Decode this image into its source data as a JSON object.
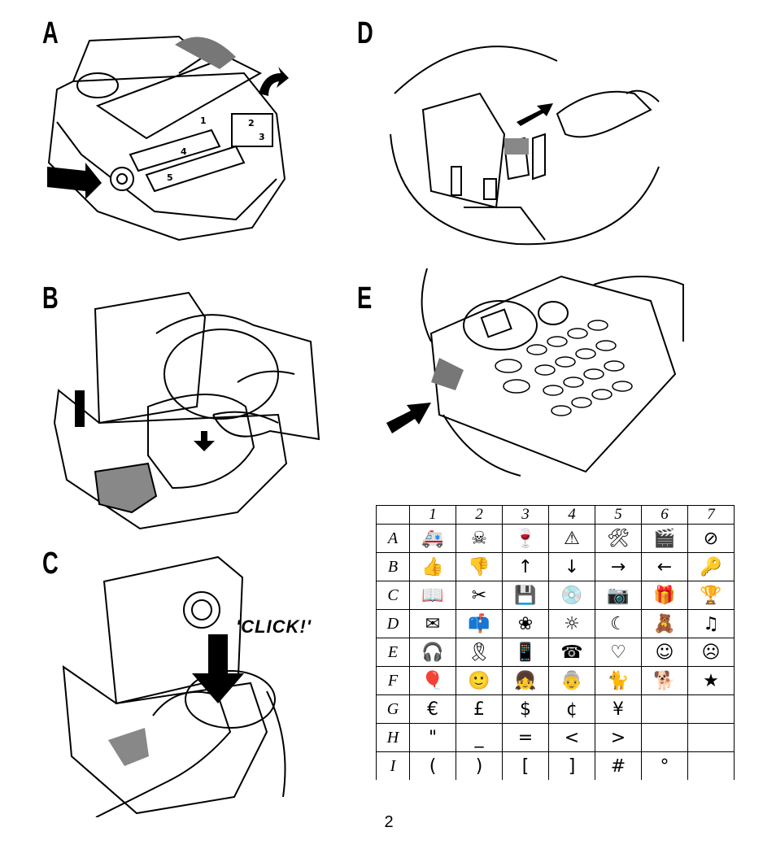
{
  "panels": {
    "a": "A",
    "b": "B",
    "c": "C",
    "d": "D",
    "e": "E"
  },
  "click_text": "'CLICK!'",
  "page_number": "2",
  "battery_numbers": [
    "1",
    "2",
    "3",
    "4",
    "5"
  ],
  "symbol_table": {
    "columns": [
      "1",
      "2",
      "3",
      "4",
      "5",
      "6",
      "7"
    ],
    "rows": [
      {
        "label": "A",
        "symbols": [
          "🚑",
          "☠",
          "🍷",
          "⚠",
          "🛠",
          "🎬",
          "⊘"
        ]
      },
      {
        "label": "B",
        "symbols": [
          "👍",
          "👎",
          "↑",
          "↓",
          "→",
          "←",
          "🔑"
        ]
      },
      {
        "label": "C",
        "symbols": [
          "📖",
          "✂",
          "💾",
          "💿",
          "📷",
          "🎁",
          "🏆"
        ]
      },
      {
        "label": "D",
        "symbols": [
          "✉",
          "📫",
          "❀",
          "☼",
          "☾",
          "🧸",
          "♫"
        ]
      },
      {
        "label": "E",
        "symbols": [
          "🎧",
          "🎗",
          "📱",
          "☎",
          "♡",
          "☺",
          "☹"
        ]
      },
      {
        "label": "F",
        "symbols": [
          "🎈",
          "🙂",
          "👧",
          "👵",
          "🐈",
          "🐕",
          "★"
        ]
      },
      {
        "label": "G",
        "symbols": [
          "€",
          "£",
          "$",
          "¢",
          "¥",
          "",
          ""
        ]
      },
      {
        "label": "H",
        "symbols": [
          "\"",
          "_",
          "=",
          "<",
          ">",
          "",
          ""
        ]
      },
      {
        "label": "I",
        "symbols": [
          "(",
          ")",
          "[",
          "]",
          "#",
          "°",
          ""
        ]
      }
    ]
  }
}
